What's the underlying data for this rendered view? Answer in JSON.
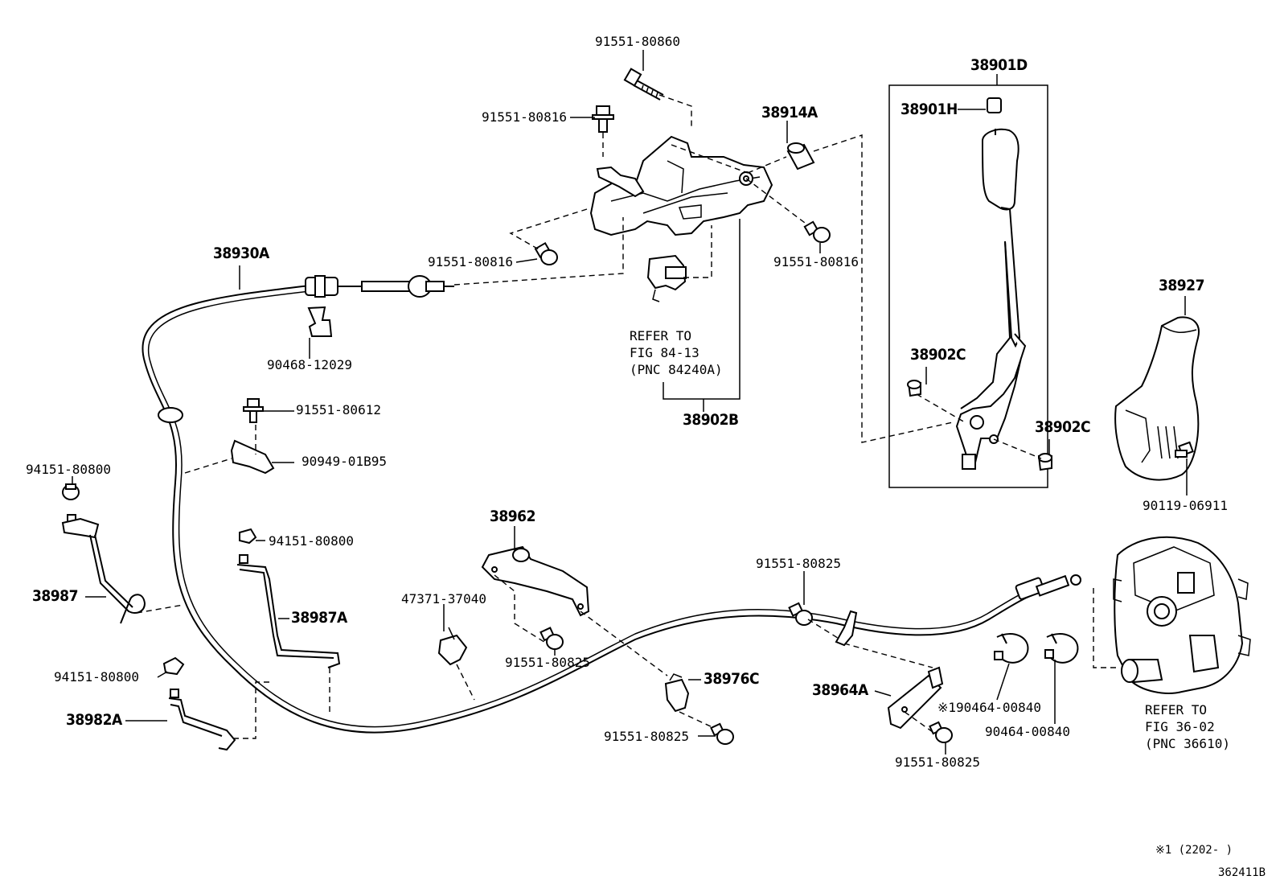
{
  "labels": {
    "p_91551_80860": "91551-80860",
    "p_91551_80816_a": "91551-80816",
    "p_38914A": "38914A",
    "p_38901D": "38901D",
    "p_38901H": "38901H",
    "p_38930A": "38930A",
    "p_91551_80816_b": "91551-80816",
    "p_91551_80816_c": "91551-80816",
    "p_90468_12029": "90468-12029",
    "p_38902C_a": "38902C",
    "p_38902C_b": "38902C",
    "p_38927": "38927",
    "p_38902B": "38902B",
    "p_91551_80612": "91551-80612",
    "p_90949_01B95": "90949-01B95",
    "p_94151_80800_a": "94151-80800",
    "p_90119_06911": "90119-06911",
    "p_94151_80800_b": "94151-80800",
    "p_38962": "38962",
    "p_91551_80825_a": "91551-80825",
    "p_38987": "38987",
    "p_47371_37040": "47371-37040",
    "p_38987A": "38987A",
    "p_91551_80825_b": "91551-80825",
    "p_94151_80800_c": "94151-80800",
    "p_38976C": "38976C",
    "p_38964A": "38964A",
    "p_38982A": "38982A",
    "p_90464_00840_a": "※190464-00840",
    "p_90464_00840_b": "90464-00840",
    "p_91551_80825_c": "91551-80825",
    "p_91551_80825_d": "91551-80825"
  },
  "refs": {
    "ref_84_13": "REFER TO\nFIG 84-13\n(PNC 84240A)",
    "ref_36_02": "REFER TO\nFIG 36-02\n(PNC 36610)"
  },
  "footer": {
    "note": "※1 (2202-      )",
    "figure_id": "362411B"
  }
}
